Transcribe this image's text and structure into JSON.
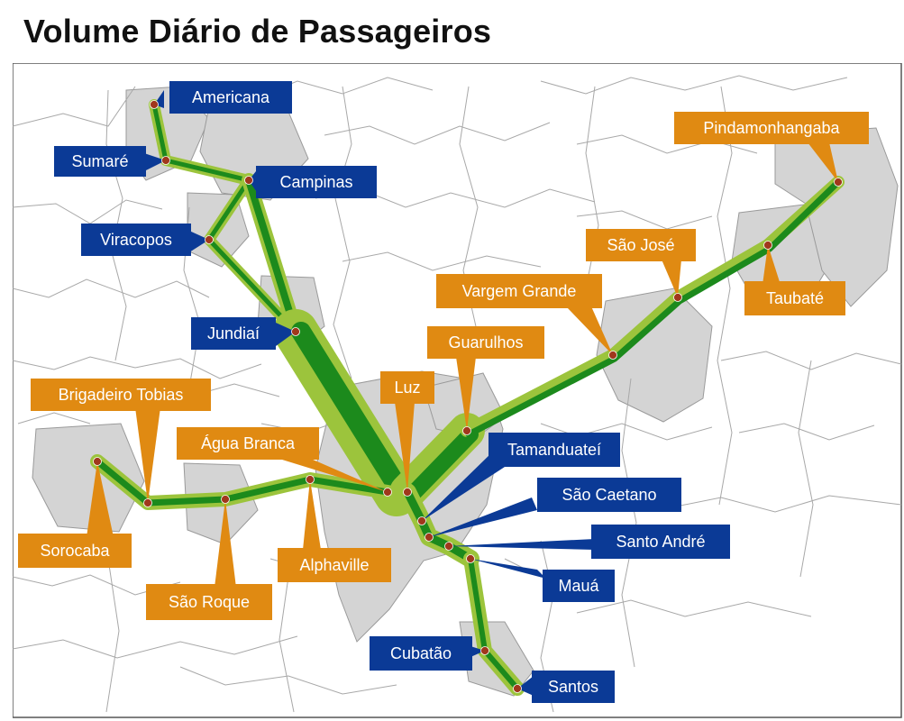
{
  "title": "Volume Diário de Passageiros",
  "colors": {
    "blue_label": "#0b3a96",
    "orange_label": "#e08a12",
    "line_dark": "#1c8a1c",
    "line_light": "#9cc43c",
    "region_gray": "#d4d4d4",
    "station_dot": "#a0381c"
  },
  "stations": {
    "americana": "Americana",
    "sumare": "Sumaré",
    "campinas": "Campinas",
    "viracopos": "Viracopos",
    "jundiai": "Jundiaí",
    "pindamonhangaba": "Pindamonhangaba",
    "sao_jose": "São José",
    "taubate": "Taubaté",
    "vargem_grande": "Vargem Grande",
    "guarulhos": "Guarulhos",
    "luz": "Luz",
    "brigadeiro_tobias": "Brigadeiro Tobias",
    "agua_branca": "Água Branca",
    "tamanduatei": "Tamanduateí",
    "sao_caetano": "São Caetano",
    "santo_andre": "Santo André",
    "maua": "Mauá",
    "sorocaba": "Sorocaba",
    "alphaville": "Alphaville",
    "sao_roque": "São Roque",
    "cubatao": "Cubatão",
    "santos": "Santos"
  }
}
